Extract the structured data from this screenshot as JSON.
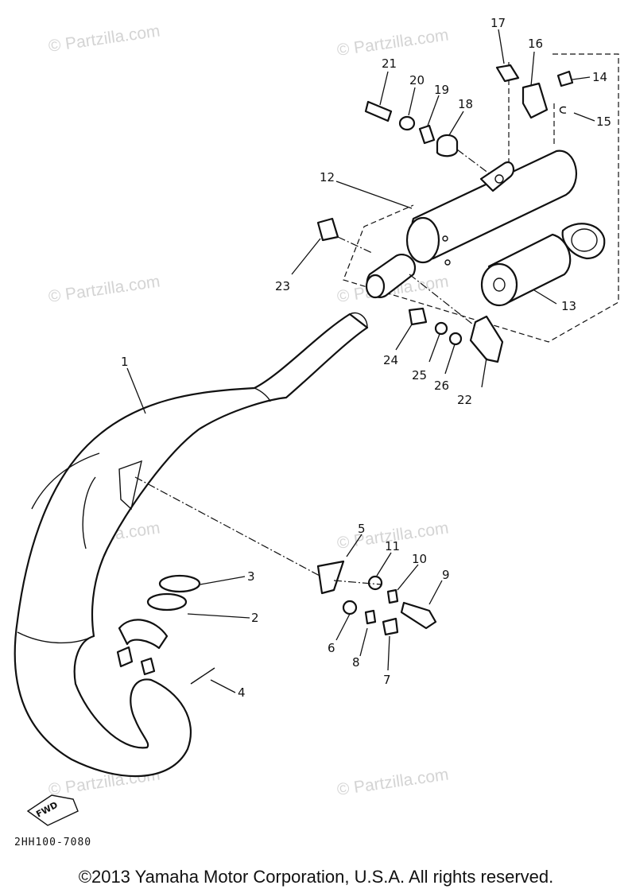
{
  "watermark": "© Partzilla.com",
  "fwd_label": "FWD",
  "reference_code": "2HH100-7080",
  "copyright": "©2013 Yamaha Motor Corporation, U.S.A. All rights reserved.",
  "callouts": {
    "c1": "1",
    "c2": "2",
    "c3": "3",
    "c4": "4",
    "c5": "5",
    "c6": "6",
    "c7": "7",
    "c8": "8",
    "c9": "9",
    "c10": "10",
    "c11": "11",
    "c12": "12",
    "c13": "13",
    "c14": "14",
    "c15": "15",
    "c16": "16",
    "c17": "17",
    "c18": "18",
    "c19": "19",
    "c20": "20",
    "c21": "21",
    "c22": "22",
    "c23": "23",
    "c24": "24",
    "c25": "25",
    "c26": "26"
  }
}
